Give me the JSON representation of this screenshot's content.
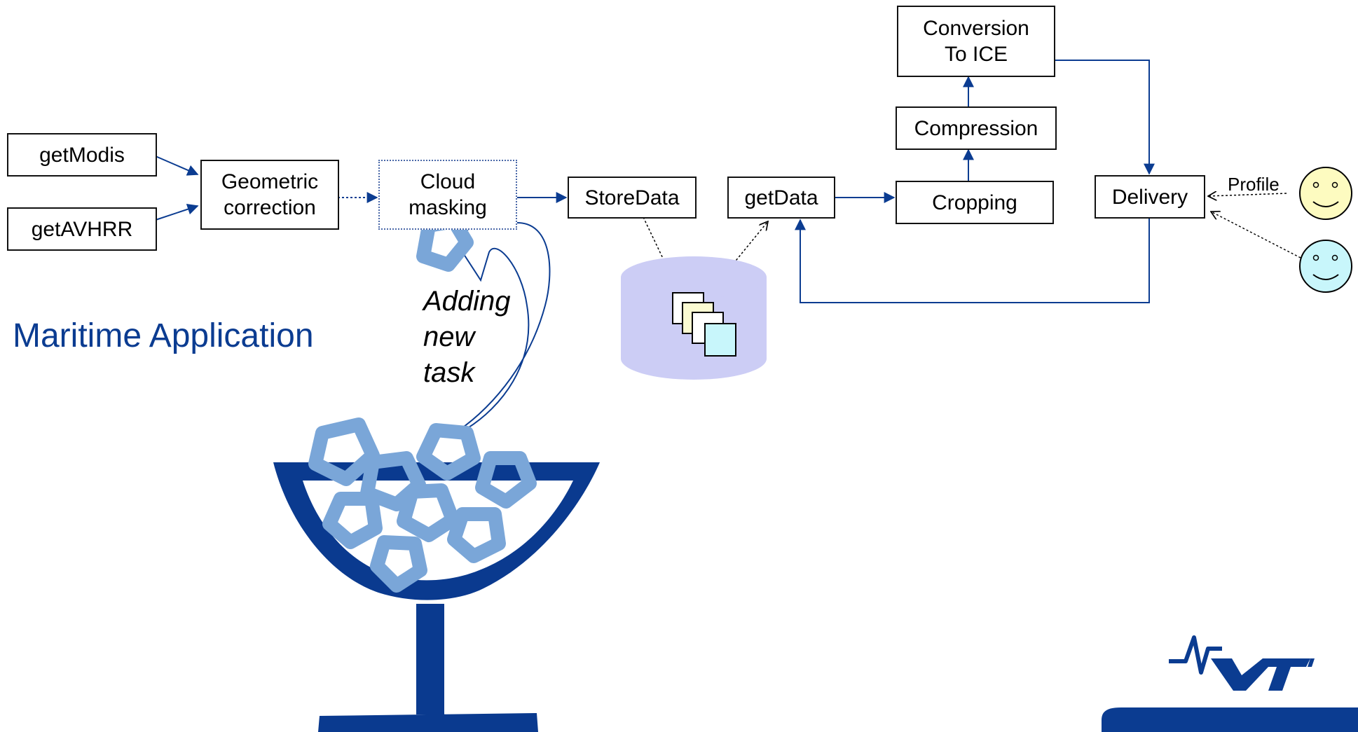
{
  "title": "Maritime Application",
  "nodes": {
    "get_modis": "getModis",
    "get_avhrr": "getAVHRR",
    "geometric_correction": "Geometric\ncorrection",
    "cloud_masking": "Cloud\nmasking",
    "store_data": "StoreData",
    "get_data": "getData",
    "cropping": "Cropping",
    "compression": "Compression",
    "conversion": "Conversion\nTo ICE",
    "delivery": "Delivery"
  },
  "edge_labels": {
    "profile": "Profile"
  },
  "annotation": "Adding\nnew\ntask",
  "logo": {
    "text": "VTT"
  },
  "colors": {
    "arrow": "#0b3c91",
    "title": "#0b3c91",
    "bowl": "#0a3a8f",
    "ice": "#7aa6d8",
    "database": "#cccdf5",
    "smiley_yellow": "#fdfbc0",
    "smiley_cyan": "#c8f6fb",
    "doc_yellow": "#fbfbd2",
    "doc_cyan": "#c8f6fb"
  }
}
